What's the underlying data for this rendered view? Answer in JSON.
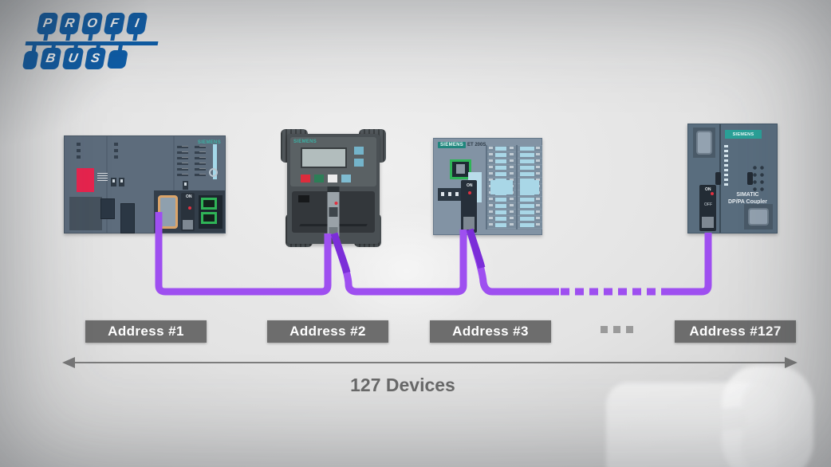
{
  "logo": {
    "name": "PROFIBUS",
    "top_letters": [
      "P",
      "R",
      "O",
      "F",
      "I"
    ],
    "bottom_letters": [
      "B",
      "U",
      "S"
    ],
    "brand_color": "#0d5da9"
  },
  "bus": {
    "cable_color": "#9e4ff0",
    "cable_color_dark": "#7b2ed8",
    "max_devices": "127"
  },
  "devices": [
    {
      "kind": "plc-controller",
      "brand": "SIEMENS",
      "switch_label": "ON",
      "address": "Address #1"
    },
    {
      "kind": "drive",
      "brand": "SIEMENS",
      "address": "Address #2"
    },
    {
      "kind": "remote-io",
      "brand": "SIEMENS",
      "model": "ET 200S",
      "switch_label": "ON",
      "address": "Address #3"
    },
    {
      "kind": "dp-pa-coupler",
      "brand": "SIEMENS",
      "model_line1": "SIMATIC",
      "model_line2": "DP/PA Coupler",
      "switch_on": "ON",
      "switch_off": "OFF",
      "address": "Address #127"
    }
  ],
  "footer": {
    "span_label": "127 Devices"
  }
}
